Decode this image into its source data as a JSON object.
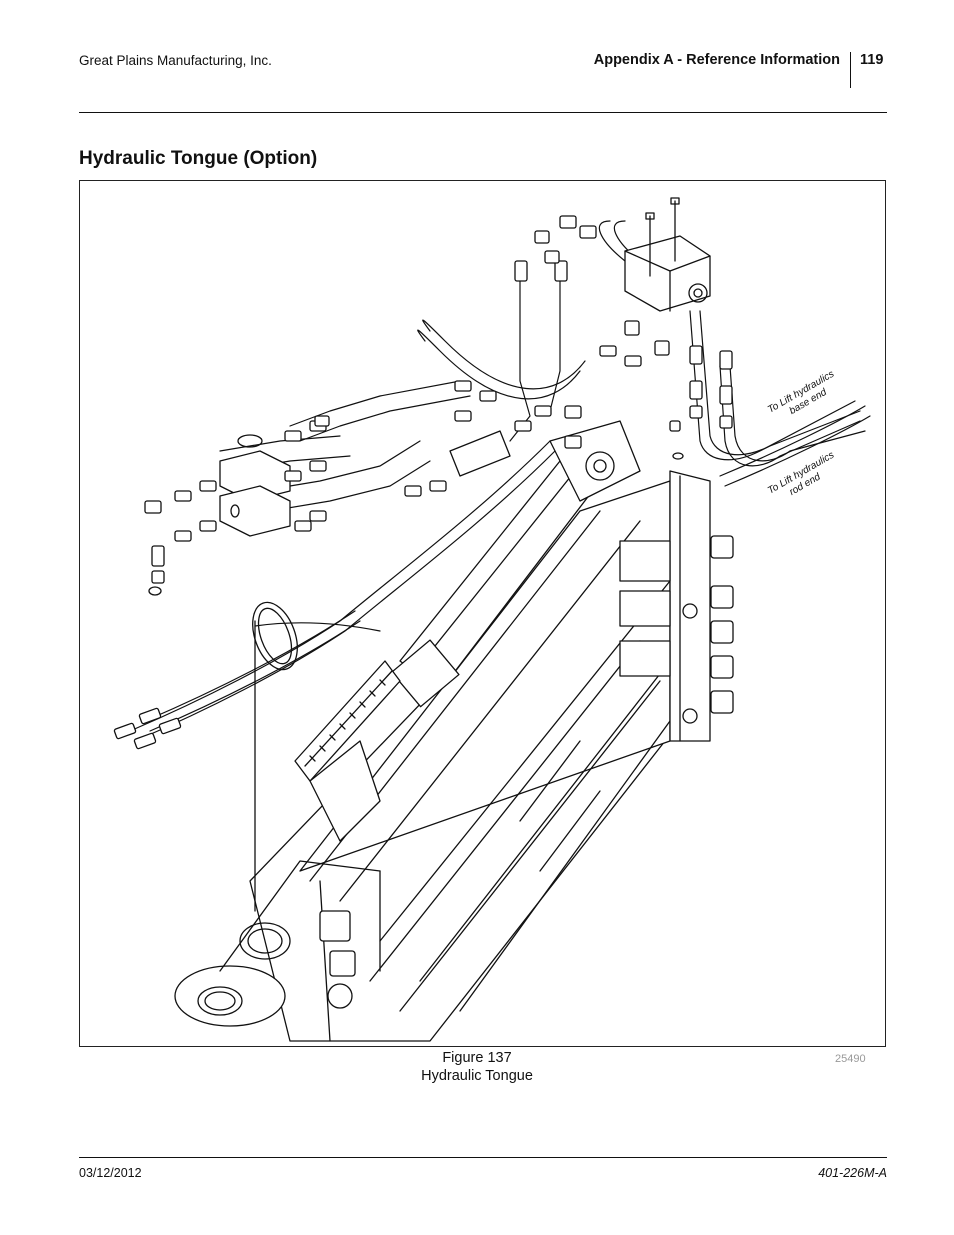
{
  "header": {
    "company": "Great Plains Manufacturing, Inc.",
    "section": "Appendix A - Reference Information",
    "page_number": "119"
  },
  "section_title": "Hydraulic Tongue (Option)",
  "figure": {
    "number_label": "Figure 137",
    "caption": "Hydraulic Tongue",
    "drawing_id": "25490",
    "callouts": {
      "base_line1": "To Lift hydraulics",
      "base_line2": "base end",
      "rod_line1": "To Lift hydraulics",
      "rod_line2": "rod end"
    }
  },
  "footer": {
    "date": "03/12/2012",
    "doc_number": "401-226M-A"
  }
}
